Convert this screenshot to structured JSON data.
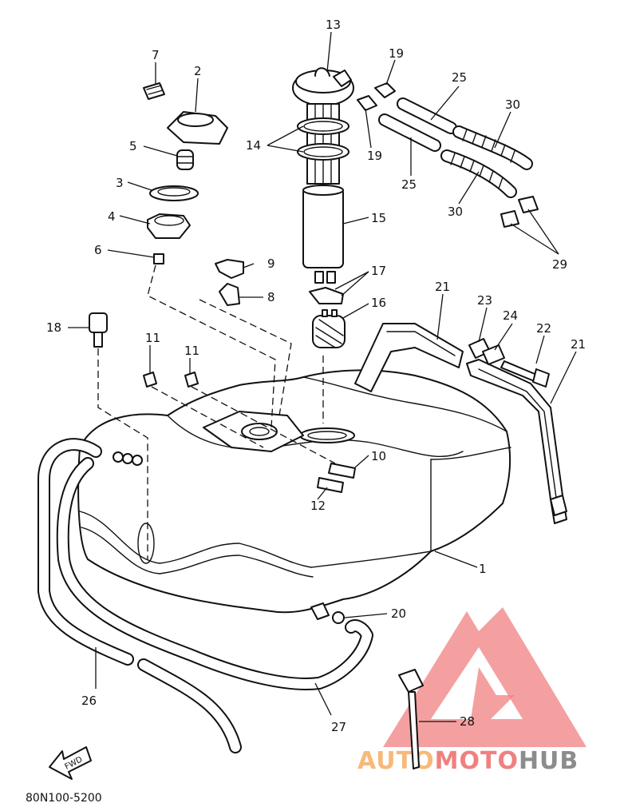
{
  "diagram": {
    "code": "80N100-5200",
    "fwd_label": "FWD",
    "parts": [
      {
        "ref": "1"
      },
      {
        "ref": "2"
      },
      {
        "ref": "3"
      },
      {
        "ref": "4"
      },
      {
        "ref": "5"
      },
      {
        "ref": "6"
      },
      {
        "ref": "7"
      },
      {
        "ref": "8"
      },
      {
        "ref": "9"
      },
      {
        "ref": "10"
      },
      {
        "ref": "11"
      },
      {
        "ref": "11"
      },
      {
        "ref": "12"
      },
      {
        "ref": "13"
      },
      {
        "ref": "14"
      },
      {
        "ref": "15"
      },
      {
        "ref": "16"
      },
      {
        "ref": "17"
      },
      {
        "ref": "18"
      },
      {
        "ref": "19"
      },
      {
        "ref": "19"
      },
      {
        "ref": "20"
      },
      {
        "ref": "21"
      },
      {
        "ref": "21"
      },
      {
        "ref": "22"
      },
      {
        "ref": "23"
      },
      {
        "ref": "24"
      },
      {
        "ref": "25"
      },
      {
        "ref": "25"
      },
      {
        "ref": "26"
      },
      {
        "ref": "27"
      },
      {
        "ref": "28"
      },
      {
        "ref": "29"
      },
      {
        "ref": "30"
      },
      {
        "ref": "30"
      }
    ]
  },
  "watermark": {
    "brand_part1": "AUTO",
    "brand_part2": "MOTO",
    "brand_part3": "HUB",
    "colors": {
      "orange": "#f7b97a",
      "pink": "#f08080",
      "grey": "#8c8c8c"
    }
  }
}
